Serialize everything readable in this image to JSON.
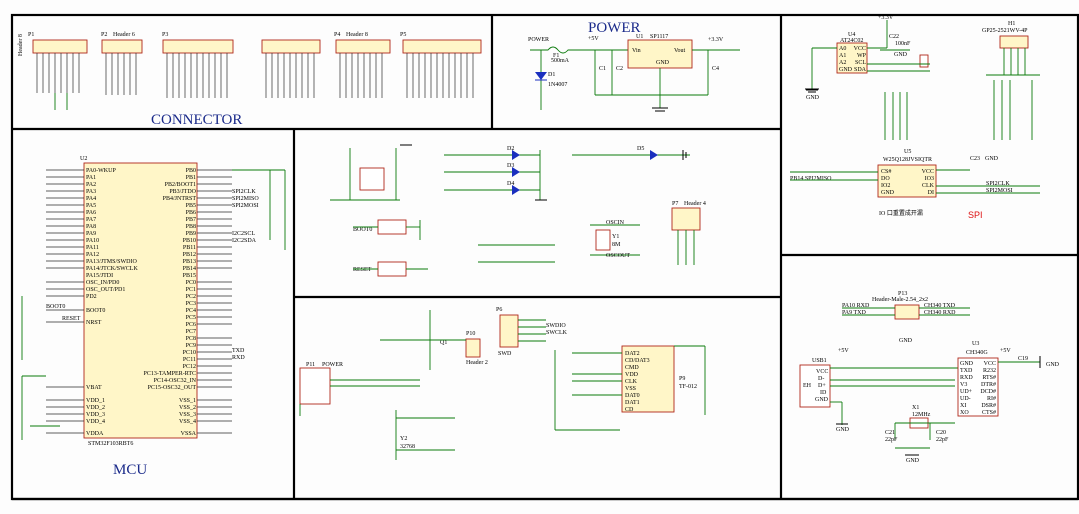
{
  "sections": {
    "connector": "CONNECTOR",
    "power": "POWER",
    "mcu": "MCU",
    "spi": "SPI"
  },
  "connectors": [
    {
      "ref": "P1",
      "name": "Header 8"
    },
    {
      "ref": "P2",
      "name": "Header 6"
    },
    {
      "ref": "P3",
      "name": "P3"
    },
    {
      "ref": "P4",
      "name": "Header 8"
    },
    {
      "ref": "P5",
      "name": "P5"
    }
  ],
  "power": {
    "fuse": "F1",
    "fuse_value": "500mA",
    "input": "POWER",
    "diode": "D1",
    "diode_part": "1N4007",
    "regulator": "U1",
    "regulator_part": "SP1117",
    "vin": "Vin",
    "vout": "Vout",
    "gnd": "GND",
    "v5": "+5V",
    "v33": "+3.3V",
    "cap1": "C1",
    "cap2": "C2",
    "cap4": "C4"
  },
  "mcu": {
    "ref": "U2",
    "part": "STM32F103RBT6",
    "left_pins": [
      "PA0-WKUP",
      "PA1",
      "PA2",
      "PA3",
      "PA4",
      "PA5",
      "PA6",
      "PA7",
      "PA8",
      "PA9",
      "PA10",
      "PA11",
      "PA12",
      "PA13/JTMS/SWDIO",
      "PA14/JTCK/SWCLK",
      "PA15/JTDI",
      "OSC_IN/PD0",
      "OSC_OUT/PD1",
      "PD2",
      "BOOT0",
      "NRST",
      "VBAT",
      "VDD_1",
      "VDD_2",
      "VDD_3",
      "VDD_4",
      "VDDA"
    ],
    "right_pins": [
      "PB0",
      "PB1",
      "PB2/BOOT1",
      "PB3/JTDO",
      "PB4/JNTRST",
      "PB5",
      "PB6",
      "PB7",
      "PB8",
      "PB9",
      "PB10",
      "PB11",
      "PB12",
      "PB13",
      "PB14",
      "PB15",
      "PC0",
      "PC1",
      "PC2",
      "PC3",
      "PC4",
      "PC5",
      "PC6",
      "PC7",
      "PC8",
      "PC9",
      "PC10",
      "PC11",
      "PC12",
      "PC13-TAMPER-RTC",
      "PC14-OSC32_IN",
      "PC15-OSC32_OUT",
      "VSS_1",
      "VSS_2",
      "VSS_3",
      "VSS_4",
      "VSSA"
    ],
    "net_labels": [
      "SPI2CLK",
      "SPI2MISO",
      "SPI2MOSI",
      "I2C2SCL",
      "I2C2SDA",
      "TXD",
      "RXD",
      "BOOT0",
      "RESET"
    ]
  },
  "misc": {
    "led_labels": [
      "D2",
      "D3",
      "D4",
      "D5"
    ],
    "boot0": "BOOT0",
    "reset": "RESET",
    "osc_in": "OSCIN",
    "osc_out": "OSCOUT",
    "y1": "Y1",
    "y1_freq": "8M",
    "y2": "Y2",
    "y2_freq": "32768",
    "header4": "Header 4",
    "p7": "P7",
    "swd": "SWD",
    "p6": "P6",
    "swdio": "SWDIO",
    "swclk": "SWCLK",
    "power_lbl": "POWER",
    "p11": "P11",
    "p9": "P9",
    "tf": "TF-012",
    "tf_pins": [
      "DAT2",
      "CD/DAT3",
      "CMD",
      "VDD",
      "CLK",
      "VSS",
      "DAT0",
      "DAT1",
      "CD"
    ],
    "q1": "Q1",
    "header2": "Header 2",
    "p10": "P10"
  },
  "eeprom": {
    "ref": "U4",
    "part": "AT24C02",
    "pins_l": [
      "A0",
      "A1",
      "A2",
      "GND"
    ],
    "pins_r": [
      "VCC",
      "WP",
      "SCL",
      "SDA"
    ],
    "c22": "C22",
    "c22_val": "100nF",
    "gnd": "GND",
    "v33": "+3.3V"
  },
  "header_h1": {
    "ref": "H1",
    "part": "GP25-2521WV-4P"
  },
  "flash": {
    "ref": "U5",
    "part": "W25Q128JVSIQTR",
    "pins_l": [
      "CS#",
      "DO",
      "IO2",
      "GND"
    ],
    "pins_r": [
      "VCC",
      "IO3",
      "CLK",
      "DI"
    ],
    "note": "IO 口重置成开漏",
    "c23": "C23",
    "gnd": "GND",
    "nets": [
      "SPI2CLK",
      "SPI2MOSI",
      "PB14 SPI2MISO"
    ]
  },
  "usb_serial": {
    "p13": "P13",
    "p13_part": "Header-Male-2.54_2x2",
    "nets": [
      "PA10 RXD",
      "PA9 TXD",
      "CH340 TXD",
      "CH340 RXD"
    ],
    "gnd": "GND",
    "v5": "+5V",
    "usb": "USB1",
    "usb_pins": [
      "VCC",
      "D-",
      "D+",
      "ID",
      "GND",
      "EH"
    ],
    "ic": "U3",
    "ic_part": "CH340G",
    "ic_pins_l": [
      "GND",
      "TXD",
      "RXD",
      "V3",
      "UD+",
      "UD-",
      "XI",
      "XO"
    ],
    "ic_pins_r": [
      "VCC",
      "R232",
      "RTS#",
      "DTR#",
      "DCD#",
      "RI#",
      "DSR#",
      "CTS#"
    ],
    "x1": "X1",
    "x1_freq": "12MHz",
    "c21": "C21",
    "c20": "C20",
    "cap_val": "22pF",
    "c19": "C19"
  }
}
